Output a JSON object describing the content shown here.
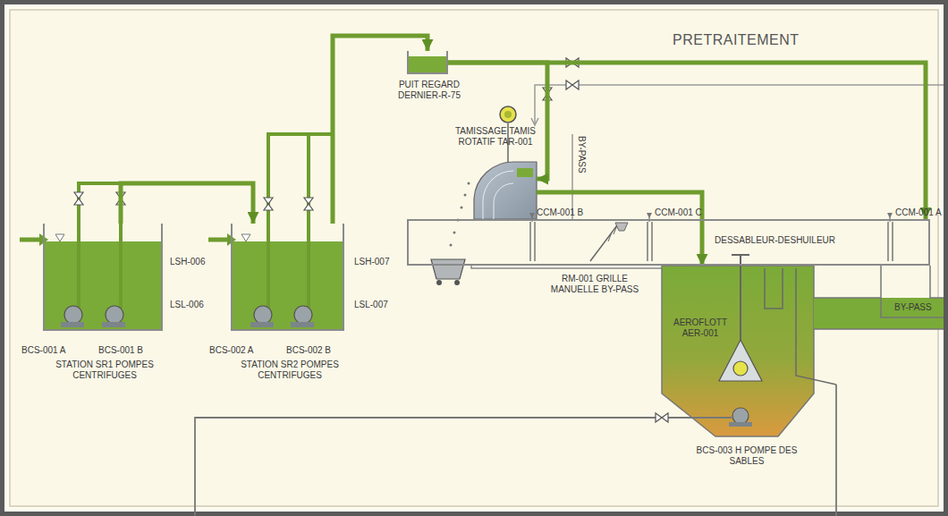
{
  "diagram": {
    "title": "PRETRAITEMENT",
    "nodes": [
      {
        "text": [
          "STATION SR1 POMPES CENTRIFUGES"
        ]
      },
      {
        "text": [
          "STATION SR2 POMPES CENTRIFUGES"
        ]
      },
      {
        "text": [
          "PUIT REGARD DERNIER-R-75"
        ]
      },
      {
        "text": [
          "TAMISSAGE TAMIS ROTATIF TAR-001"
        ]
      },
      {
        "text": [
          "DESSABLEUR-DESHUILEUR"
        ]
      },
      {
        "text": [
          "AEROFLOTT AER-001"
        ]
      }
    ],
    "edges": [
      {
        "from": 0,
        "to": 1,
        "arrow": "to"
      },
      {
        "from": 1,
        "to": 2,
        "arrow": "to"
      },
      {
        "from": 2,
        "to": 3,
        "arrow": "to"
      },
      {
        "from": 2,
        "to": 4,
        "arrow": "to"
      },
      {
        "from": 3,
        "to": 5,
        "arrow": "to"
      }
    ],
    "labels": [
      "LSH-006",
      "LSL-006",
      "LSH-007",
      "LSL-007",
      "BCS-001 A",
      "BCS-001 B",
      "BCS-002 A",
      "BCS-002 B",
      "BY-PASS",
      "CCM-001 B",
      "CCM-001 C",
      "CCM-001 A",
      "RM-001 GRILLE MANUELLE BY-PASS",
      "BY-PASS",
      "BCS-003 H POMPE DES SABLES"
    ]
  }
}
